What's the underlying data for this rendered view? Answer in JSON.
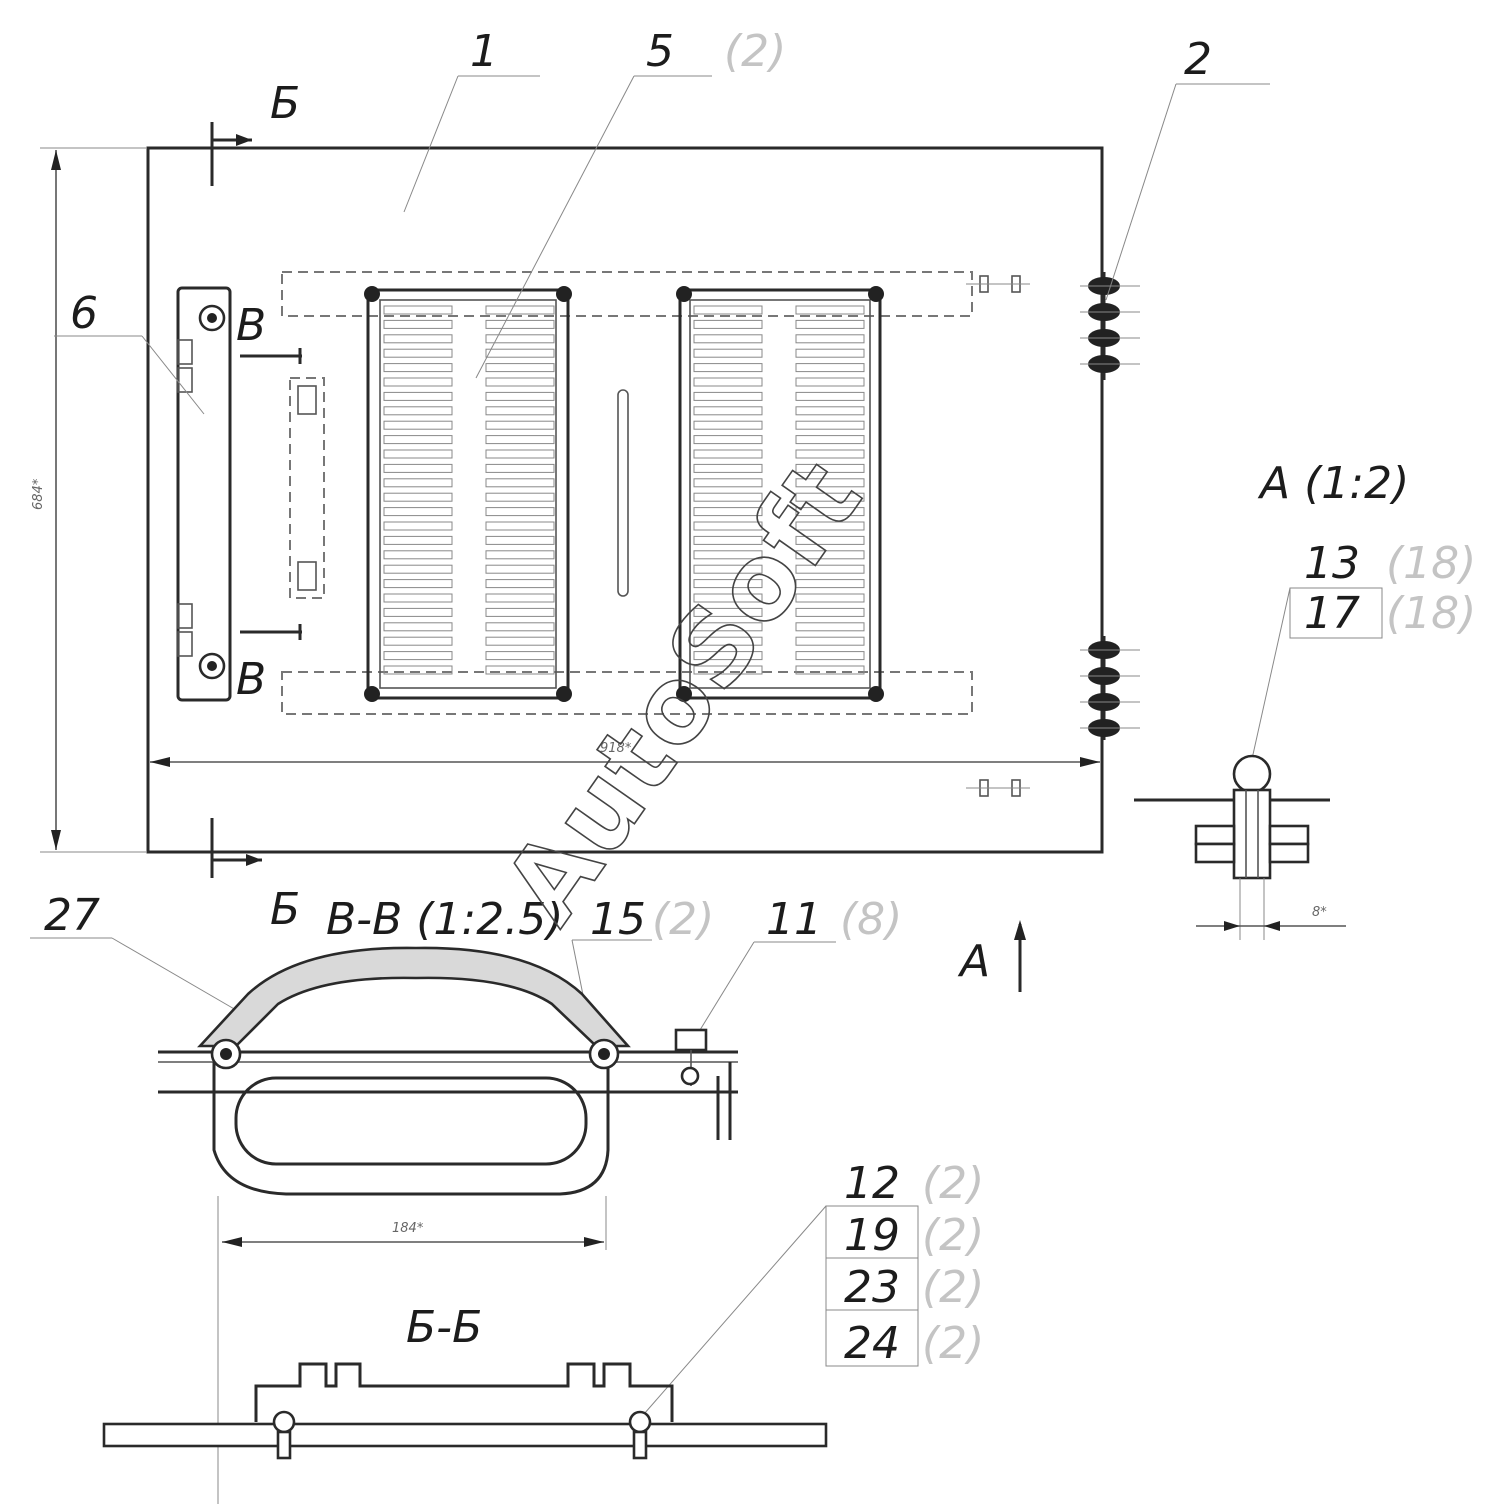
{
  "watermark": "AutoSoft",
  "callouts": {
    "part_1": "1",
    "part_5": "5",
    "part_5_qty": "(2)",
    "part_2": "2",
    "part_6": "6",
    "part_27": "27",
    "part_15": "15",
    "part_15_qty": "(2)",
    "part_11": "11",
    "part_11_qty": "(8)"
  },
  "section_marks": {
    "b_top": "Б",
    "b_bottom": "Б",
    "v_upper": "В",
    "v_lower": "В",
    "view_a_arrow": "А"
  },
  "views": {
    "detail_a_title": "А (1:2)",
    "section_vv_title": "В-В (1:2.5)",
    "section_bb_title": "Б-Б"
  },
  "detail_a_parts": [
    {
      "num": "13",
      "qty": "(18)"
    },
    {
      "num": "17",
      "qty": "(18)"
    }
  ],
  "section_bb_parts": [
    {
      "num": "12",
      "qty": "(2)"
    },
    {
      "num": "19",
      "qty": "(2)"
    },
    {
      "num": "23",
      "qty": "(2)"
    },
    {
      "num": "24",
      "qty": "(2)"
    }
  ],
  "dimensions": {
    "height": "684*",
    "width": "918*",
    "handle_span": "184*",
    "detail_a_gap": "8*"
  }
}
